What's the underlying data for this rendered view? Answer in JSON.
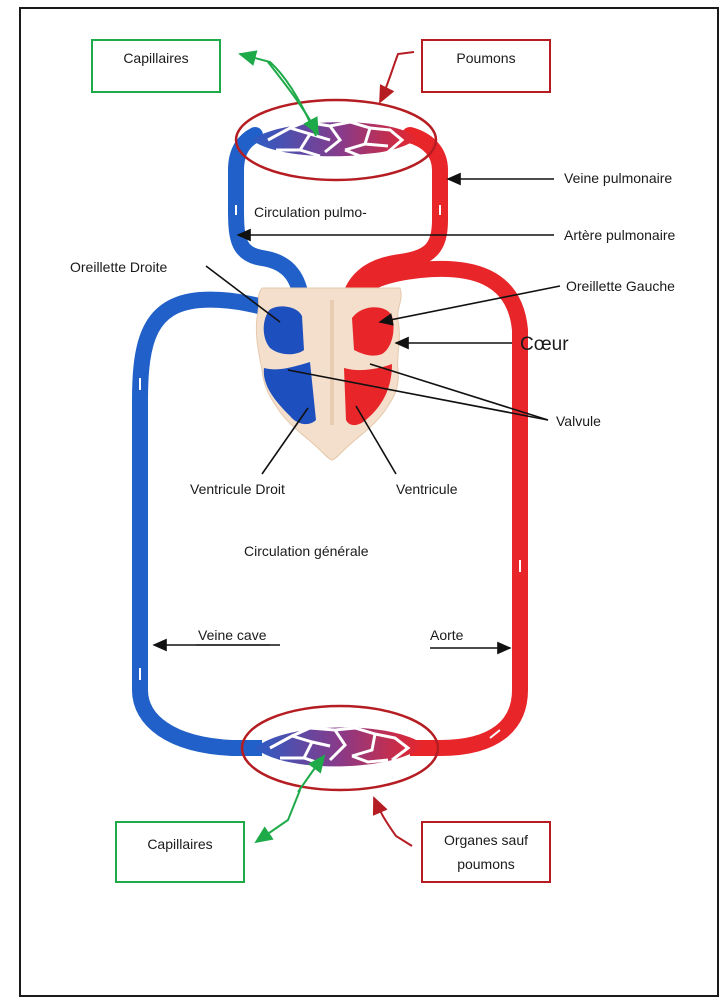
{
  "labels": {
    "capillaires_top": "Capillaires",
    "poumons": "Poumons",
    "veine_pulmonaire": "Veine pulmonaire",
    "circulation_pulmo": "Circulation pulmo-",
    "artere_pulmonaire": "Artère pulmonaire",
    "oreillette_droite": "Oreillette Droite",
    "oreillette_gauche": "Oreillette Gauche",
    "coeur": "Cœur",
    "valvule": "Valvule",
    "ventricule_droit": "Ventricule Droit",
    "ventricule": "Ventricule",
    "circulation_generale": "Circulation générale",
    "veine_cave": "Veine cave",
    "aorte": "Aorte",
    "capillaires_bottom": "Capillaires",
    "organes_line1": "Organes sauf",
    "organes_line2": "poumons"
  },
  "colors": {
    "oxygenated": "#e8262a",
    "deoxygenated": "#2060c8",
    "capillary_green": "#1faa4a",
    "organ_red": "#b51d22",
    "heart_tissue": "#f3dfcc"
  }
}
